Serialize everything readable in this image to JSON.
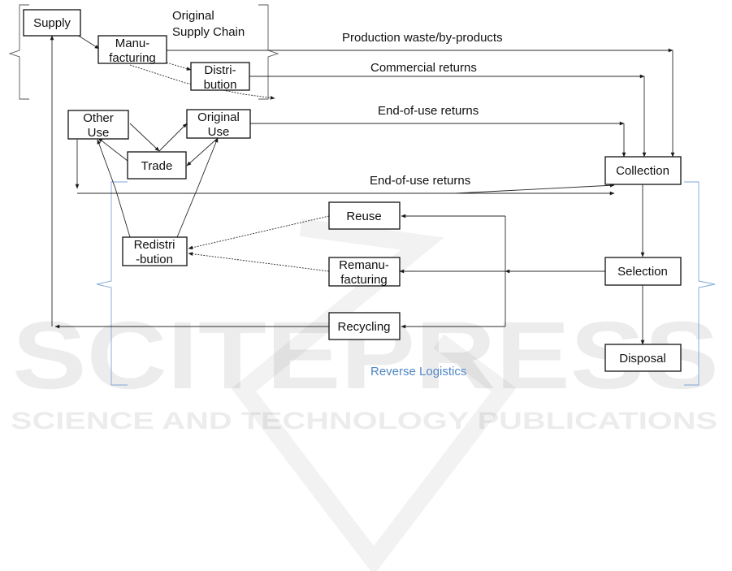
{
  "colors": {
    "node_border": "#111111",
    "arrow": "#2a2a2a",
    "reverse_logistics": "#4f86c6",
    "watermark": "#000000"
  },
  "nodes": {
    "supply": "Supply",
    "manufacturing": [
      "Manu-",
      "facturing"
    ],
    "distribution": [
      "Distri-",
      "bution"
    ],
    "other_use": [
      "Other",
      "Use"
    ],
    "original_use": [
      "Original",
      "Use"
    ],
    "trade": "Trade",
    "collection": "Collection",
    "reuse": "Reuse",
    "redistribution": [
      "Redistri",
      "-bution"
    ],
    "remanufacturing": [
      "Remanu-",
      "facturing"
    ],
    "selection": "Selection",
    "recycling": "Recycling",
    "disposal": "Disposal"
  },
  "groups": {
    "original_supply_chain": [
      "Original",
      "Supply Chain"
    ],
    "reverse_logistics": "Reverse Logistics"
  },
  "flows": {
    "production_waste": "Production waste/by-products",
    "commercial_returns": "Commercial returns",
    "end_of_use_returns_1": "End-of-use returns",
    "end_of_use_returns_2": "End-of-use returns"
  },
  "watermark": {
    "big": "SCITEPRESS",
    "small": "SCIENCE AND TECHNOLOGY PUBLICATIONS"
  }
}
